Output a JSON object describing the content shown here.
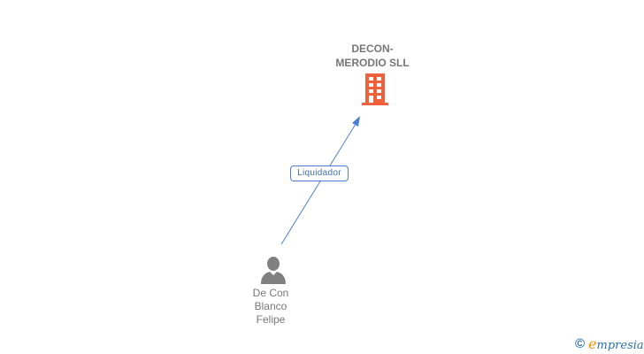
{
  "nodes": {
    "company": {
      "name": "DECON-\nMERODIO SLL",
      "name_line1": "DECON-",
      "name_line2": "MERODIO SLL",
      "icon": "building-icon",
      "color": "#f0603a"
    },
    "person": {
      "name_line1": "De Con",
      "name_line2": "Blanco",
      "name_line3": "Felipe",
      "icon": "person-icon",
      "color": "#808080"
    }
  },
  "edges": [
    {
      "from": "person",
      "to": "company",
      "label": "Liquidador",
      "color": "#4a7fd1"
    }
  ],
  "footer": {
    "copyright_symbol": "©",
    "brand_first_letter": "e",
    "brand_rest": "mpresia"
  }
}
